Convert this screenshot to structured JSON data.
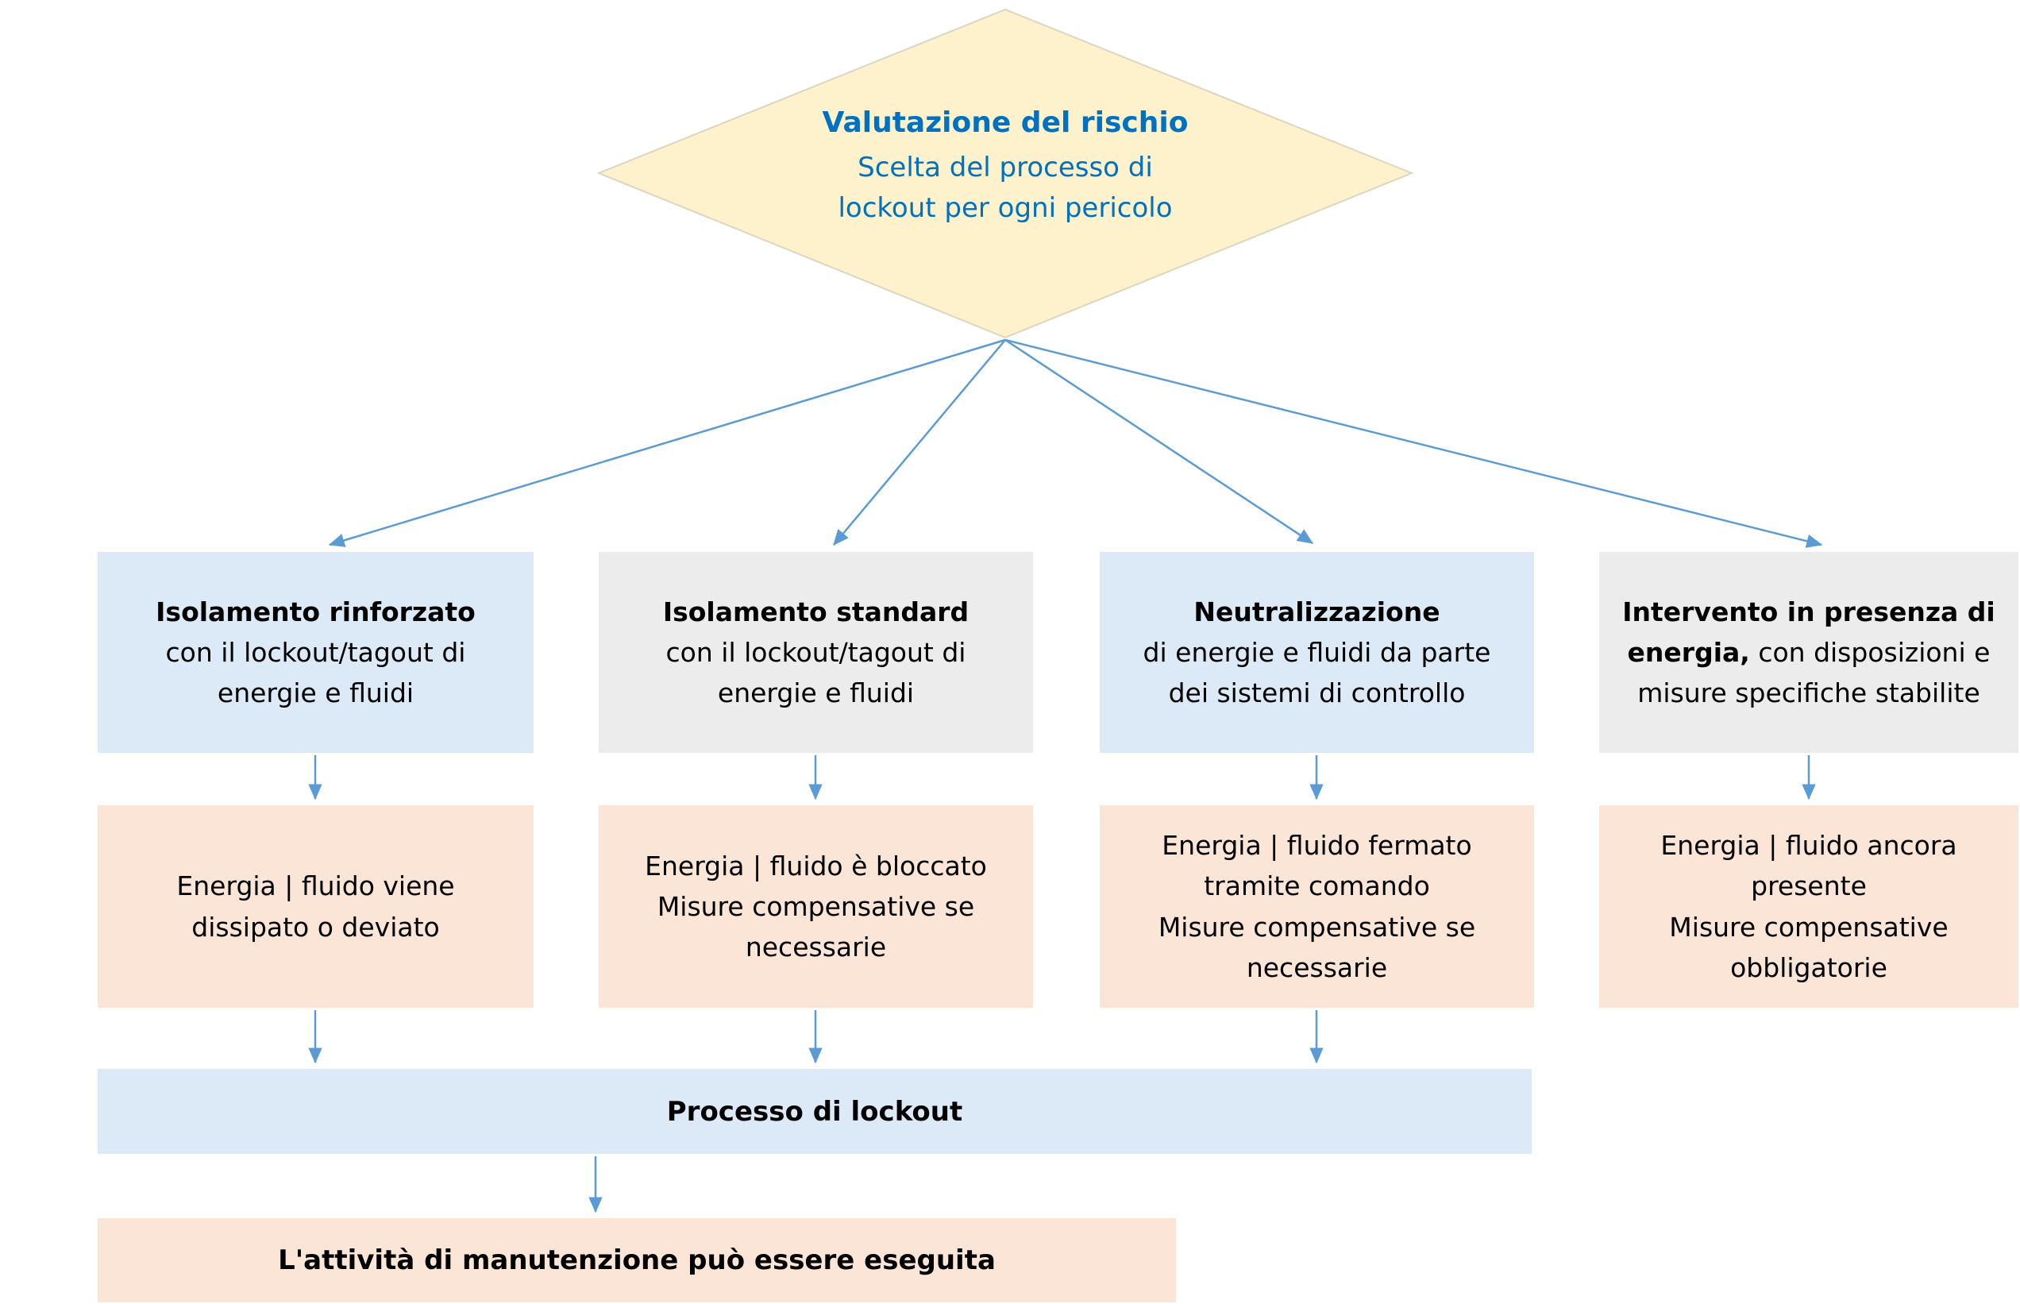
{
  "colors": {
    "diamond-fill": "#FDF2CC",
    "diamond-border": "#DCD6BE",
    "title-blue": "#0070C0",
    "arrow-blue": "#5B9BD5",
    "box-blue": "#DCE9F6",
    "box-gray": "#ECECEC",
    "box-peach": "#FBE5D6",
    "bar-blue": "#DCE9F6"
  },
  "root": {
    "title": "Valutazione del rischio",
    "subtitle": "Scelta del processo di lockout per ogni pericolo"
  },
  "branches": [
    {
      "heading": "Isolamento rinforzato",
      "body": "con il lockout/tagout di energie e fluidi",
      "result_line1": "Energia | fluido viene dissipato o deviato",
      "result_line2": ""
    },
    {
      "heading": "Isolamento standard",
      "body": "con il lockout/tagout di energie e fluidi",
      "result_line1": "Energia | fluido è bloccato",
      "result_line2": "Misure compensative se necessarie"
    },
    {
      "heading": "Neutralizzazione",
      "body": "di energie e fluidi da parte dei sistemi di controllo",
      "result_line1": "Energia | fluido fermato tramite comando",
      "result_line2": "Misure compensative se necessarie"
    },
    {
      "heading": "Intervento in presenza di energia,",
      "body": "con disposizioni e misure specifiche stabilite",
      "result_line1": "Energia | fluido ancora presente",
      "result_line2": "Misure compensative obbligatorie"
    }
  ],
  "lockout_bar": {
    "label": "Processo di lockout"
  },
  "final": {
    "label": "L'attività di manutenzione può essere eseguita"
  }
}
